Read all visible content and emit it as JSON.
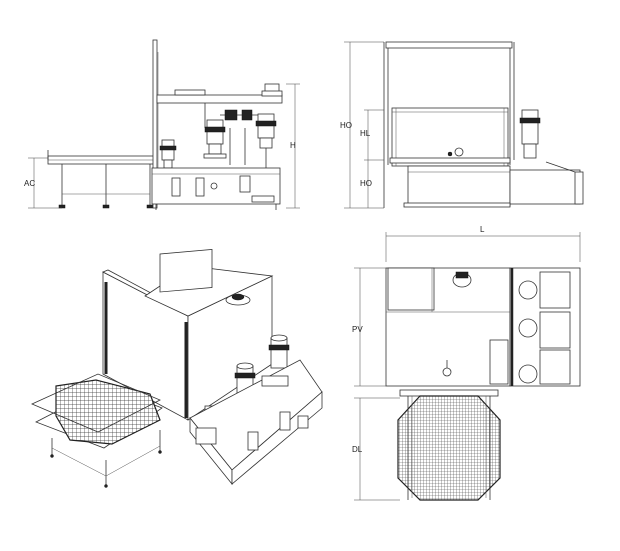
{
  "labels": {
    "side_h": "H",
    "side_ac": "AC",
    "front_ho_top": "HO",
    "front_hl": "HL",
    "front_ho_bottom": "HO",
    "top_l": "L",
    "top_pv": "PV",
    "top_dl": "DL"
  }
}
